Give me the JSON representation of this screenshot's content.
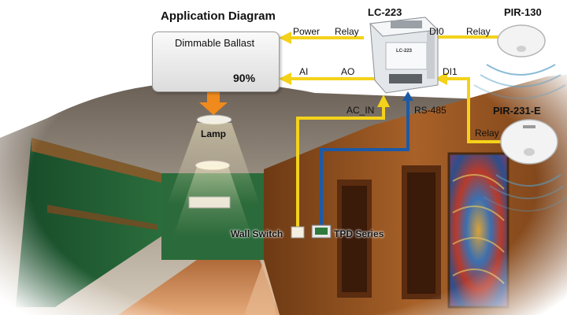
{
  "title": "Application Diagram",
  "controller": {
    "name": "LC-223",
    "badge_text": "LC-223"
  },
  "ballast": {
    "name": "Dimmable Ballast",
    "level_percent": 90,
    "level_text": "90%"
  },
  "lamp_label": "Lamp",
  "sensors": {
    "pir130": "PIR-130",
    "pir231": "PIR-231-E"
  },
  "signals": {
    "power": "Power",
    "relay_out": "Relay",
    "ai": "AI",
    "ao": "AO",
    "di0": "DI0",
    "di1": "DI1",
    "relay_pir130": "Relay",
    "relay_pir231": "Relay",
    "ac_in": "AC_IN",
    "rs485": "RS-485"
  },
  "devices": {
    "wall_switch": "Wall Switch",
    "tpd": "TPD Series"
  },
  "colors": {
    "signal_yellow": "#f4d21a",
    "rs485_blue": "#1c5aa8",
    "arrow_orange": "#f08a1c",
    "wall_green": "#1f5a32",
    "wood": "#8c4e1d"
  }
}
